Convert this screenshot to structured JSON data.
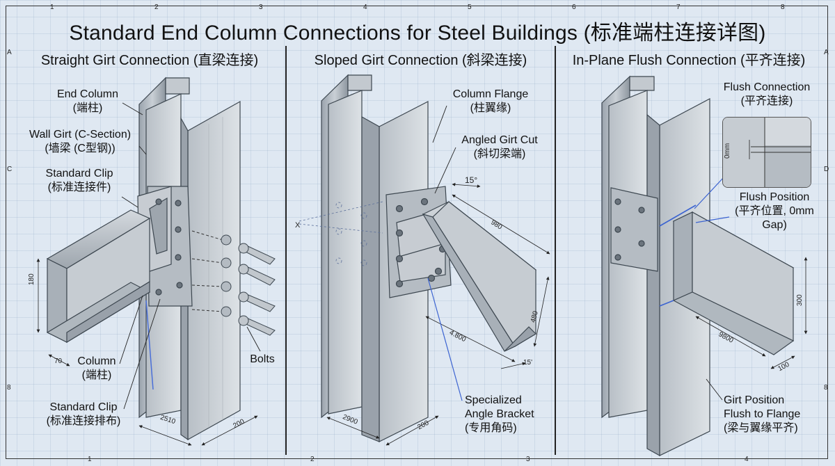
{
  "title": "Standard End Column Connections for Steel Buildings (标准端柱连接详图)",
  "grid": {
    "top_numbers": [
      "1",
      "2",
      "3",
      "4",
      "5",
      "6",
      "7",
      "8"
    ],
    "bottom_numbers": [
      "1",
      "2",
      "3",
      "4"
    ],
    "left_letters": [
      "A",
      "C",
      "8"
    ],
    "right_letters": [
      "A",
      "D",
      "8"
    ]
  },
  "panels": [
    {
      "title": "Straight Girt Connection (直梁连接)",
      "labels": {
        "end_column": [
          "End Column",
          "(端柱)"
        ],
        "wall_girt": [
          "Wall Girt (C-Section)",
          "(墙梁 (C型钢))"
        ],
        "standard_clip": [
          "Standard Clip",
          "(标准连接件)"
        ],
        "column": [
          "Column",
          "(端柱)"
        ],
        "bolts": "Bolts",
        "standard_clip_bottom": [
          "Standard Clip",
          "(标准连接排布)"
        ]
      },
      "dims": {
        "height": "180",
        "flange": "70",
        "col_width": "2510",
        "col_depth": "200"
      }
    },
    {
      "title": "Sloped Girt Connection (斜梁连接)",
      "labels": {
        "column_flange": [
          "Column Flange",
          "(柱翼缘)"
        ],
        "angled_cut": [
          "Angled Girt Cut",
          "(斜切梁端)"
        ],
        "bracket": [
          "Specialized",
          "Angle Bracket",
          "(专用角码)"
        ]
      },
      "dims": {
        "angle_top": "15°",
        "length": "980",
        "depth": "480",
        "run": "4.800",
        "angle_bottom": "15'",
        "col_width": "2900",
        "col_depth": "200",
        "axis": "X"
      }
    },
    {
      "title": "In-Plane Flush Connection (平齐连接)",
      "labels": {
        "flush_connection": [
          "Flush Connection",
          "(平齐连接)"
        ],
        "flush_position": [
          "Flush Position",
          "(平齐位置, 0mm",
          "Gap)"
        ],
        "girt_position": [
          "Girt Position",
          "Flush to Flange",
          "(梁与翼缘平齐)"
        ]
      },
      "dims": {
        "gap": "0mm",
        "height": "300",
        "length": "9800",
        "flange": "100"
      }
    }
  ]
}
